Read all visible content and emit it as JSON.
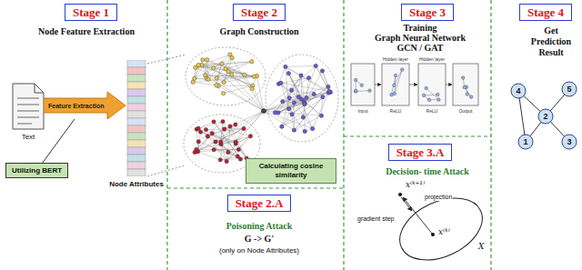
{
  "diagram": {
    "nodes": [
      {
        "text": [
          "Stage 1"
        ]
      },
      {
        "text": [
          "Feature Extraction"
        ]
      },
      {
        "text": [
          "Utilizing BERT"
        ]
      },
      {
        "text": [
          "Node Attributes"
        ]
      },
      {
        "text": [
          "Stage 2"
        ]
      },
      {
        "text": [
          "Calculating cosine similarity"
        ]
      },
      {
        "text": [
          "Stage 2.A"
        ]
      },
      {
        "text": [
          "Stage 3"
        ]
      },
      {
        "text": [
          "Stage 3.A"
        ]
      },
      {
        "text": [
          "Stage 4"
        ]
      }
    ],
    "edges": [
      {
        "from": 2,
        "to": 1,
        "arrow": "none"
      }
    ],
    "labels": [
      "Node Feature Extraction",
      "Text",
      "Graph Construction",
      "Poisoning Attack",
      "G -> G'",
      "(only on Node Attributes)",
      "Training",
      "Graph Neural Network",
      "GCN / GAT",
      "Input",
      "Hidden layer",
      "ReLU",
      "Hidden layer",
      "ReLU",
      "Output",
      "Decision- time Attack",
      "gradient step",
      "projection",
      "x⁽ᵏ⁺¹⁾",
      "x⁽ᵏ⁾",
      "X",
      "Get Prediction Result",
      "4",
      "5",
      "2",
      "1",
      "3"
    ]
  }
}
